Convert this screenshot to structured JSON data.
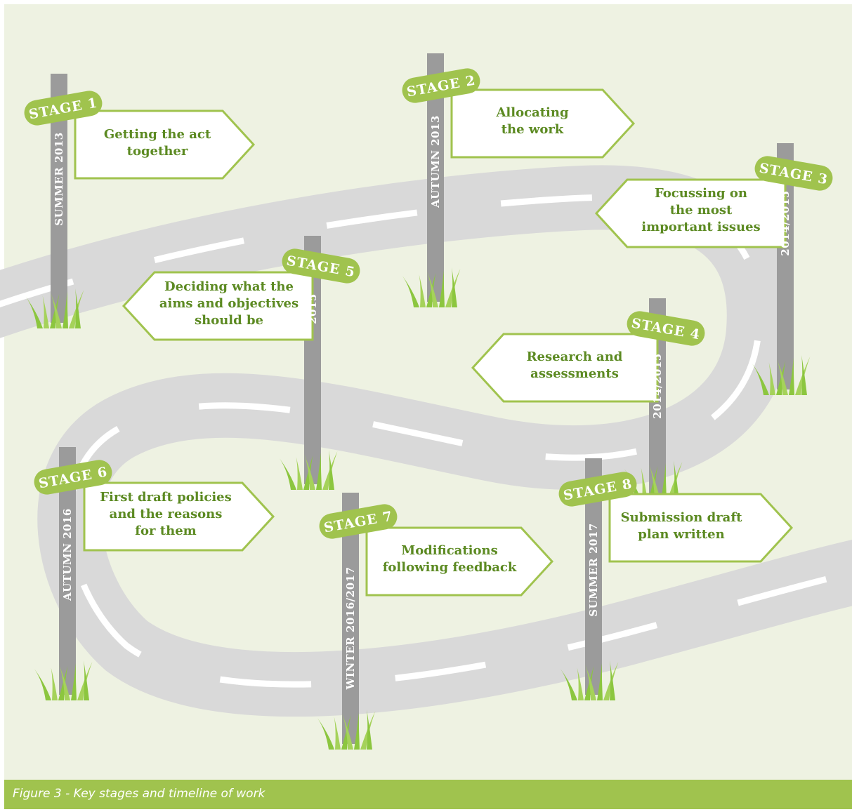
{
  "caption": "Figure 3 - Key stages and timeline of work",
  "colors": {
    "background": "#eef2e2",
    "road": "#d9d9d9",
    "road_marking": "#ffffff",
    "post": "#9b9b9b",
    "accent_green": "#a0c34e",
    "sign_text": "#5c8a22",
    "grass": "#8cc63f"
  },
  "stages": [
    {
      "stage": "STAGE 1",
      "date": "SUMMER 2013",
      "lines": [
        "Getting the act",
        "together"
      ]
    },
    {
      "stage": "STAGE 2",
      "date": "AUTUMN 2013",
      "lines": [
        "Allocating",
        "the work"
      ]
    },
    {
      "stage": "STAGE 3",
      "date": "2014/2015",
      "lines": [
        "Focussing on",
        "the most",
        "important issues"
      ]
    },
    {
      "stage": "STAGE 4",
      "date": "2014/2015",
      "lines": [
        "Research and",
        "assessments"
      ]
    },
    {
      "stage": "STAGE 5",
      "date": "2015",
      "lines": [
        "Deciding what the",
        "aims and objectives",
        "should be"
      ]
    },
    {
      "stage": "STAGE 6",
      "date": "AUTUMN 2016",
      "lines": [
        "First draft policies",
        "and the reasons",
        "for them"
      ]
    },
    {
      "stage": "STAGE 7",
      "date": "WINTER 2016/2017",
      "lines": [
        "Modifications",
        "following feedback"
      ]
    },
    {
      "stage": "STAGE 8",
      "date": "SUMMER 2017",
      "lines": [
        "Submission draft",
        "plan written"
      ]
    }
  ]
}
